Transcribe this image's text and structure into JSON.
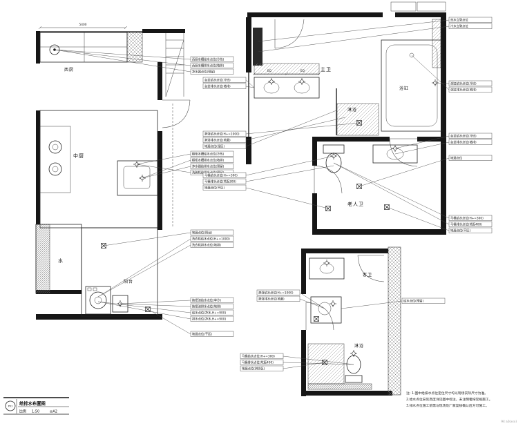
{
  "sheet": {
    "title": "给排水布置图",
    "code": "P01",
    "scale_label": "比例",
    "scale": "1:50",
    "sheet_no": "◎A2",
    "page_ref": "94 a2(xxx)"
  },
  "kitchen": {
    "dim_top": "5400",
    "room_west": "西厨",
    "room_main": "中厨",
    "room_water": "水",
    "room_balcony": "阳台",
    "ann_top": [
      "西厨水槽给水点位(冷热)",
      "西厨水槽排水点位(墙排)",
      "净水器点位(预留)"
    ],
    "ann_mid": [
      "橱柜水槽给水点位(冷热)",
      "橱柜水槽排水点位(墙排)",
      "净水器给排水点位(预留)",
      "洗碗机给排水点位(预留)"
    ],
    "ann_low": [
      "地漏点位(阳台)",
      "洗衣机给水点位(H+=1000)",
      "洗衣机排水点位(地排)"
    ],
    "ann_bottom": [
      "拖把池给水点位(单冷)",
      "拖把池排水点位(地排)",
      "给水点位(净水,H+=900)",
      "排水点位(净水,H+=900)",
      "地漏点位(干区)"
    ]
  },
  "master_bath": {
    "room": "主卫",
    "room_elder": "老人卫",
    "tub": "浴缸",
    "shower": "淋浴",
    "eq": "EQ",
    "ann_left_top": [
      "台盆给水点位(冷热)",
      "台盆排水点位(墙排)"
    ],
    "ann_left_mid": [
      "淋浴给水点位(H+=1000)",
      "淋浴排水点位(地漏)",
      "地漏点位(湿区)"
    ],
    "ann_left_bot": [
      "马桶给水点位(H+=300)",
      "马桶排水点位(坑距300)",
      "地漏点位(干区)"
    ],
    "ann_right_top": [
      "热水立管点位",
      "冷水立管点位"
    ],
    "ann_right_tub": [
      "浴缸给水点位(冷热)",
      "浴缸排水点位(地排)"
    ],
    "ann_right_mid": [
      "台盆给水点位(冷热)",
      "台盆排水点位(墙排)"
    ],
    "ann_right_drain": "地漏点位",
    "ann_right_bot": [
      "马桶给水点位(H+=300)",
      "马桶排水点位(坑距400)",
      "地漏点位(干区)"
    ]
  },
  "guest_bath": {
    "room": "客卫",
    "shower": "淋浴",
    "ann_left": [
      "淋浴给水点位(H+=1000)",
      "淋浴排水点位(地漏)"
    ],
    "ann_right": "给水点位(预留)",
    "ann_bottom": [
      "马桶给水点位(H+=300)",
      "马桶排水点位(坑距400)",
      "地漏点位(淋浴区)"
    ]
  },
  "notes": {
    "lines": [
      "注: 1.图中给排水点位定位尺寸均以现场实际尺寸为准。",
      "2.给水点位安装高度详见图中标注，未注明者按常规施工。",
      "3.排水点位施工前需与现场及厂家复核确认后方可施工。"
    ]
  }
}
